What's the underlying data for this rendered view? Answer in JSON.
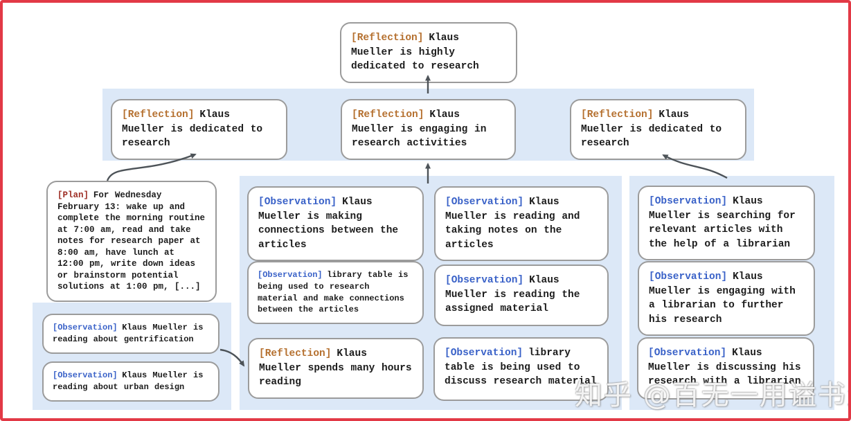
{
  "watermark": "知乎 @百无一用谥书生",
  "colors": {
    "reflection": "#b5702f",
    "observation": "#3a62c8",
    "plan": "#9e2f26",
    "panel": "#dce8f7",
    "frame": "#e23946",
    "arrow": "#4d5358"
  },
  "top_node": {
    "tag": "[Reflection]",
    "text": "Klaus Mueller is highly dedicated to research"
  },
  "reflection_row": {
    "left": {
      "tag": "[Reflection]",
      "text": "Klaus Mueller is dedicated to research"
    },
    "middle": {
      "tag": "[Reflection]",
      "text": "Klaus Mueller is engaging in research activities"
    },
    "right": {
      "tag": "[Reflection]",
      "text": "Klaus Mueller is dedicated to research"
    }
  },
  "plan_node": {
    "tag": "[Plan]",
    "text": "For Wednesday February 13: wake up and complete the morning routine at 7:00 am, read and take notes for research paper at 8:00 am, have lunch at 12:00 pm, write down ideas or brainstorm potential solutions at 1:00 pm, [...]"
  },
  "left_panel": {
    "nodes": [
      {
        "tag": "[Observation]",
        "text": "Klaus Mueller is reading about gentrification"
      },
      {
        "tag": "[Observation]",
        "text": "Klaus Mueller is reading about urban design"
      }
    ]
  },
  "middle_panel": {
    "nodes": [
      {
        "tag": "[Observation]",
        "text": "Klaus Mueller is making connections between the articles"
      },
      {
        "tag": "[Observation]",
        "text": "Klaus Mueller is reading and taking notes on the articles"
      },
      {
        "tag": "[Observation]",
        "text": "library table is being used to research material and make connections between the articles"
      },
      {
        "tag": "[Observation]",
        "text": "Klaus Mueller is reading the assigned material"
      },
      {
        "tag": "[Reflection]",
        "text": "Klaus Mueller spends many hours reading"
      },
      {
        "tag": "[Observation]",
        "text": "library table is being used to discuss research material"
      }
    ]
  },
  "right_panel": {
    "nodes": [
      {
        "tag": "[Observation]",
        "text": "Klaus Mueller is searching for relevant articles with the help of a librarian"
      },
      {
        "tag": "[Observation]",
        "text": "Klaus Mueller is engaging with a librarian to further his research"
      },
      {
        "tag": "[Observation]",
        "text": "Klaus Mueller is discussing his research with a librarian"
      }
    ]
  }
}
